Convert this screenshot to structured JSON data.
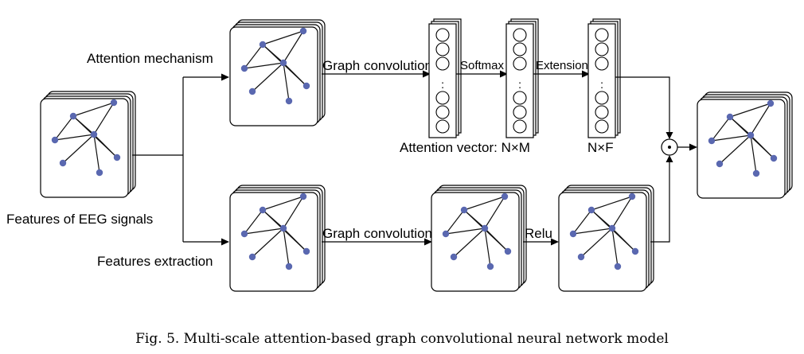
{
  "labels": {
    "input": "Features of EEG signals",
    "attention_branch": "Attention mechanism",
    "feature_branch": "Features extraction",
    "graph_conv_top": "Graph convolution",
    "graph_conv_bottom": "Graph convolution",
    "softmax": "Softmax",
    "extension": "Extension",
    "relu": "Relu",
    "attention_vector": "Attention vector: N×M",
    "nxf": "N×F",
    "dot_operator": "⊙"
  },
  "caption": "Fig. 5. Multi-scale attention-based graph convolutional neural network model",
  "colors": {
    "node": "#5a68b0",
    "line": "#000000"
  }
}
